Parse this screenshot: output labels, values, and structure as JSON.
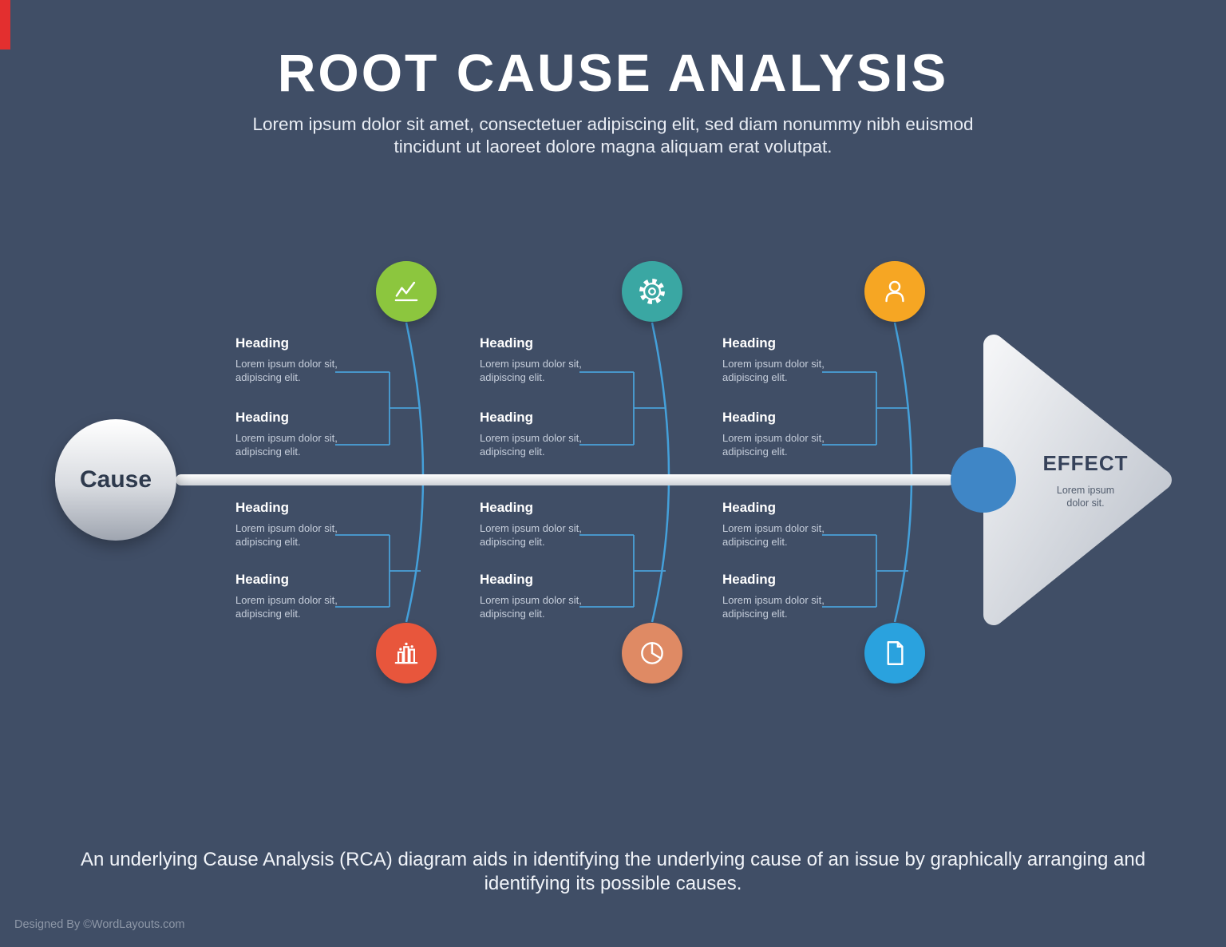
{
  "header": {
    "title": "ROOT CAUSE ANALYSIS",
    "subtitle": "Lorem ipsum dolor sit amet, consectetuer adipiscing elit, sed diam nonummy nibh euismod tincidunt ut laoreet dolore magna aliquam erat volutpat."
  },
  "diagram": {
    "cause_label": "Cause",
    "effect_label": "EFFECT",
    "effect_sub": "Lorem ipsum dolor sit.",
    "icons": {
      "top": [
        "line-chart-icon",
        "gear-icon",
        "person-icon"
      ],
      "bottom": [
        "bar-chart-icon",
        "pie-chart-icon",
        "document-icon"
      ]
    },
    "icon_colors": {
      "line_chart": "#8cc63e",
      "gear": "#3aa7a3",
      "person": "#f6a623",
      "bar_chart": "#e8563c",
      "pie_chart": "#df8a64",
      "document": "#2aa2de"
    },
    "items": [
      {
        "heading": "Heading",
        "body": "Lorem ipsum dolor sit, adipiscing elit."
      },
      {
        "heading": "Heading",
        "body": "Lorem ipsum dolor sit, adipiscing elit."
      },
      {
        "heading": "Heading",
        "body": "Lorem ipsum dolor sit, adipiscing elit."
      },
      {
        "heading": "Heading",
        "body": "Lorem ipsum dolor sit, adipiscing elit."
      },
      {
        "heading": "Heading",
        "body": "Lorem ipsum dolor sit, adipiscing elit."
      },
      {
        "heading": "Heading",
        "body": "Lorem ipsum dolor sit, adipiscing elit."
      },
      {
        "heading": "Heading",
        "body": "Lorem ipsum dolor sit, adipiscing elit."
      },
      {
        "heading": "Heading",
        "body": "Lorem ipsum dolor sit, adipiscing elit."
      },
      {
        "heading": "Heading",
        "body": "Lorem ipsum dolor sit, adipiscing elit."
      },
      {
        "heading": "Heading",
        "body": "Lorem ipsum dolor sit, adipiscing elit."
      },
      {
        "heading": "Heading",
        "body": "Lorem ipsum dolor sit, adipiscing elit."
      },
      {
        "heading": "Heading",
        "body": "Lorem ipsum dolor sit, adipiscing elit."
      }
    ]
  },
  "footer": {
    "description": "An underlying Cause Analysis (RCA) diagram aids in identifying the underlying cause of an issue by graphically arranging and identifying its possible causes.",
    "credit": "Designed By ©WordLayouts.com"
  },
  "colors": {
    "background": "#404e66",
    "rib_line": "#44a0da",
    "junction_circle": "#3f86c6",
    "corner_mark": "#e32f2f",
    "spine": "#e6e8ec",
    "effect_arrow": "#d4d8de"
  }
}
